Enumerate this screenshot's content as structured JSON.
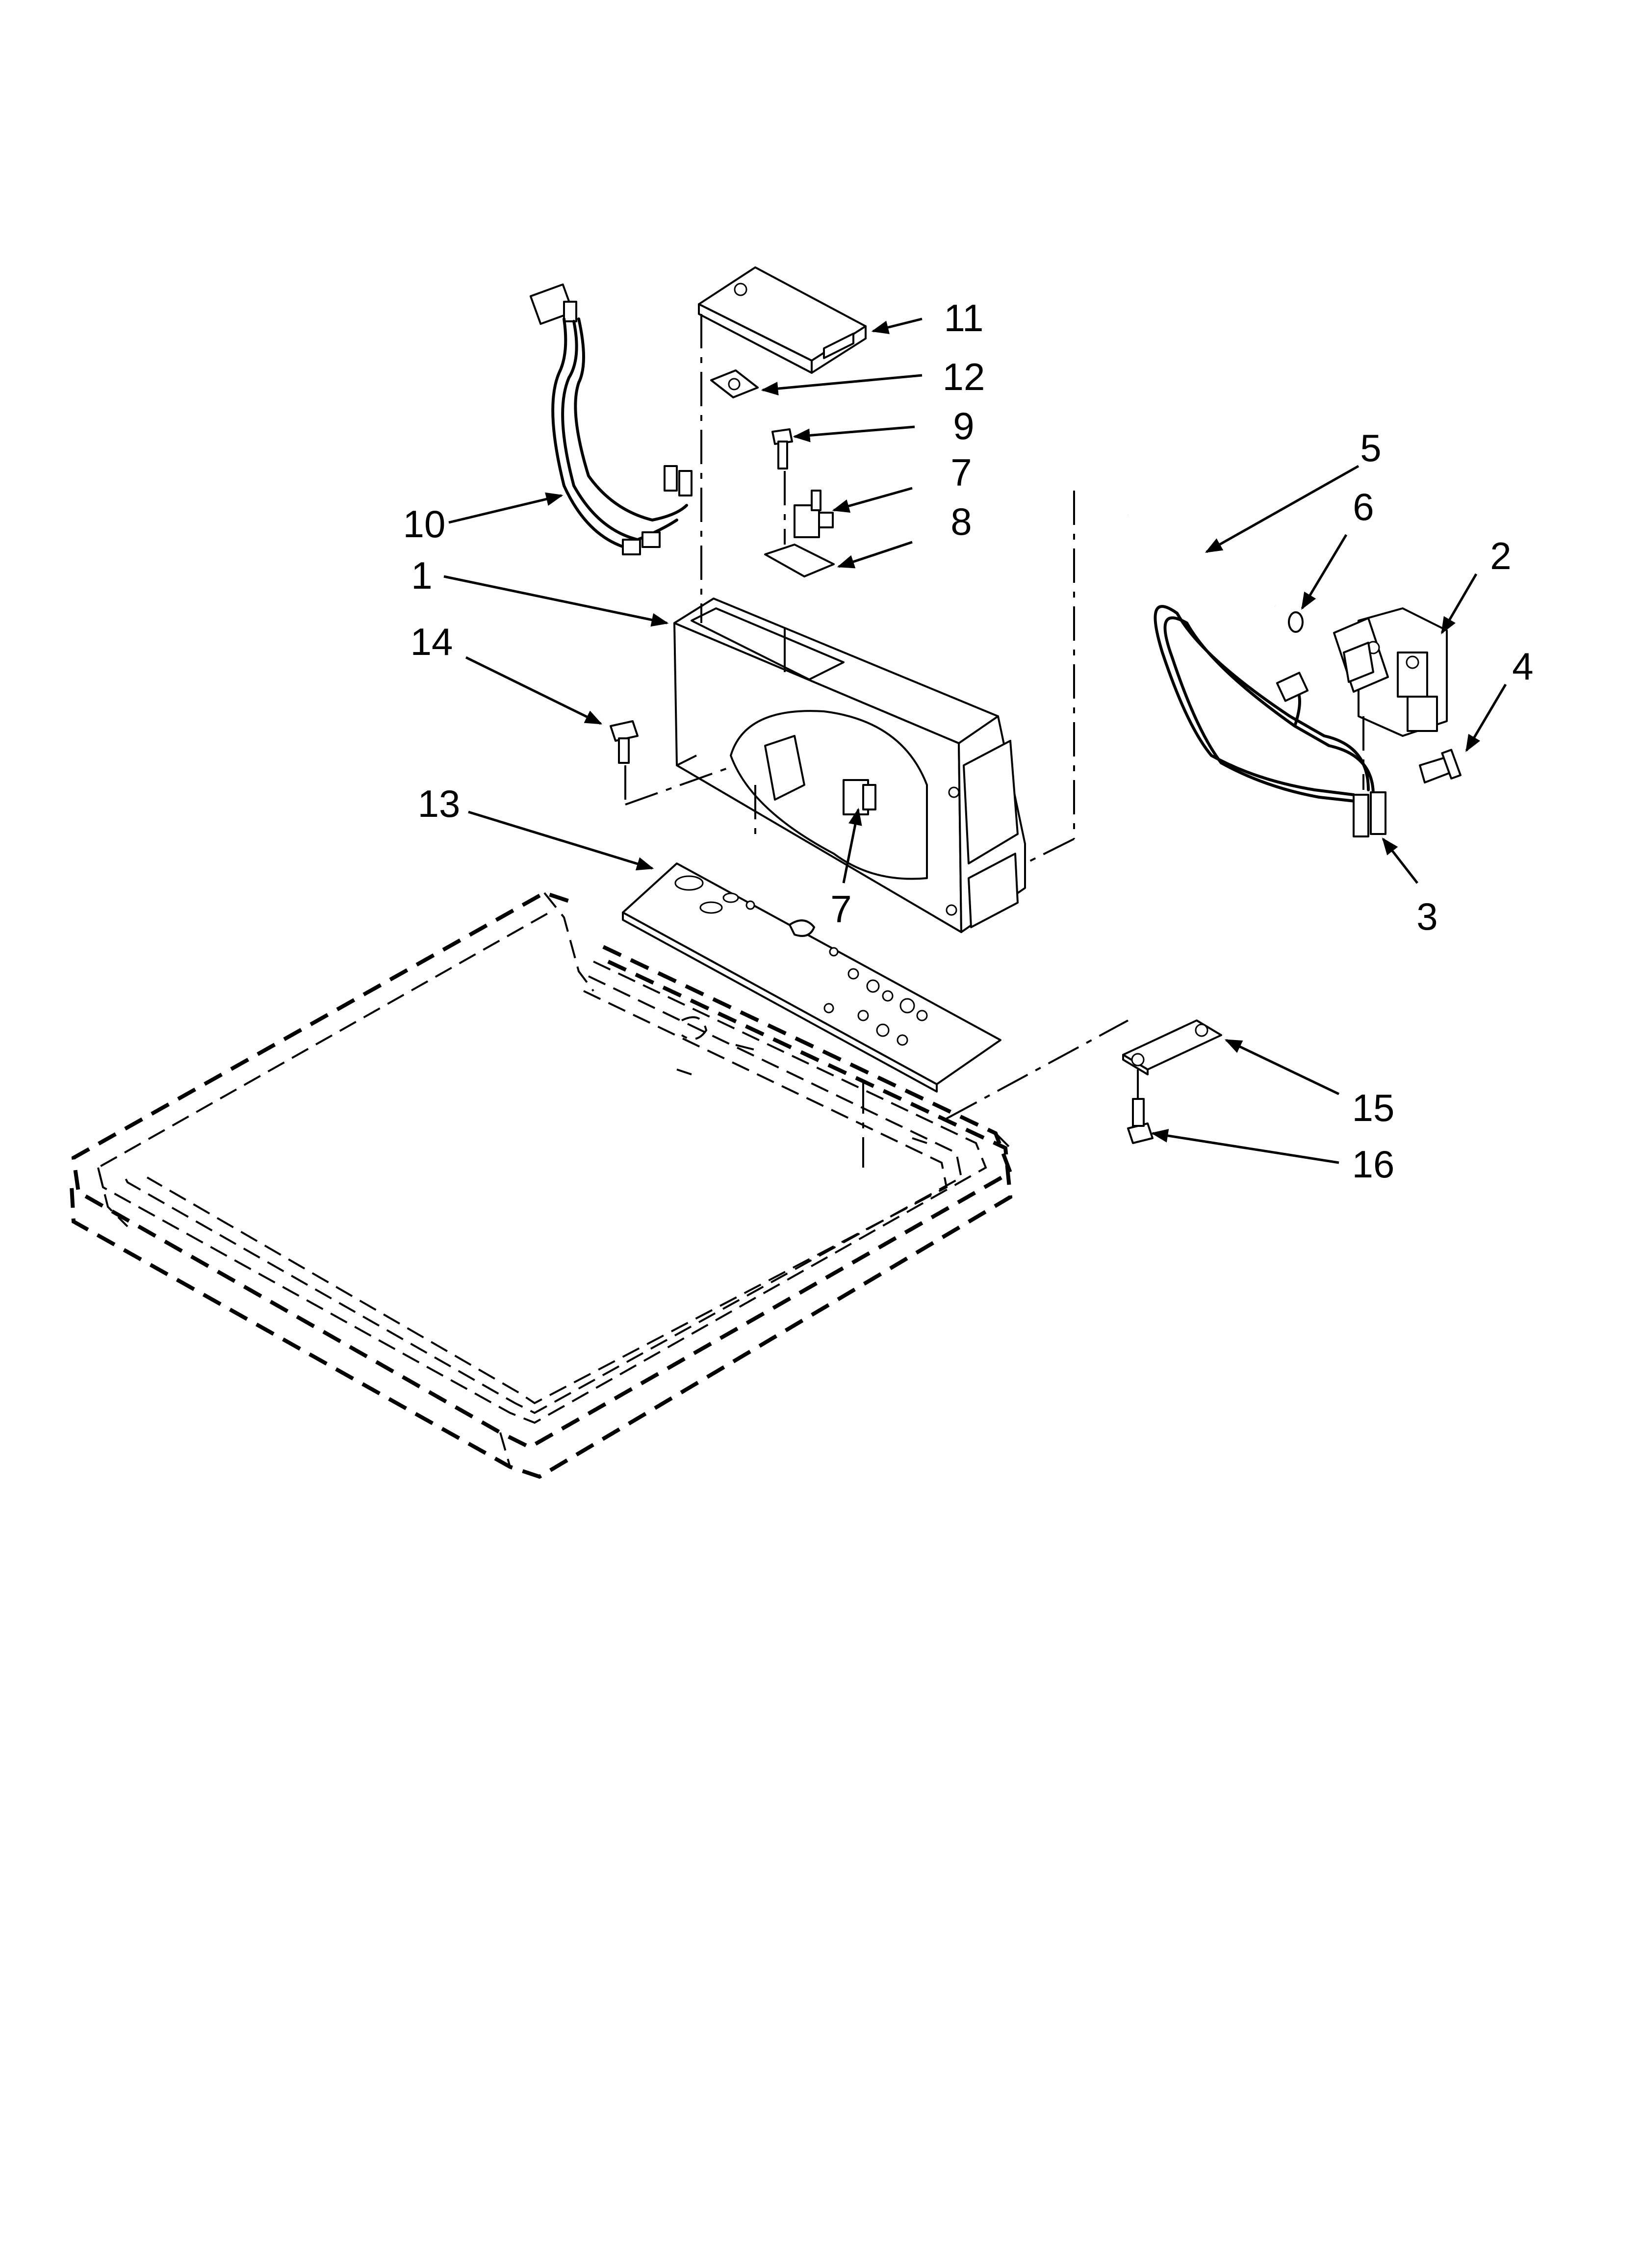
{
  "diagram": {
    "callouts": [
      {
        "id": "c1",
        "label": "1"
      },
      {
        "id": "c2",
        "label": "2"
      },
      {
        "id": "c3",
        "label": "3"
      },
      {
        "id": "c4",
        "label": "4"
      },
      {
        "id": "c5",
        "label": "5"
      },
      {
        "id": "c6",
        "label": "6"
      },
      {
        "id": "c7a",
        "label": "7"
      },
      {
        "id": "c7b",
        "label": "7"
      },
      {
        "id": "c8",
        "label": "8"
      },
      {
        "id": "c9",
        "label": "9"
      },
      {
        "id": "c10",
        "label": "10"
      },
      {
        "id": "c11",
        "label": "11"
      },
      {
        "id": "c12",
        "label": "12"
      },
      {
        "id": "c13",
        "label": "13"
      },
      {
        "id": "c14",
        "label": "14"
      },
      {
        "id": "c15",
        "label": "15"
      },
      {
        "id": "c16",
        "label": "16"
      }
    ]
  }
}
